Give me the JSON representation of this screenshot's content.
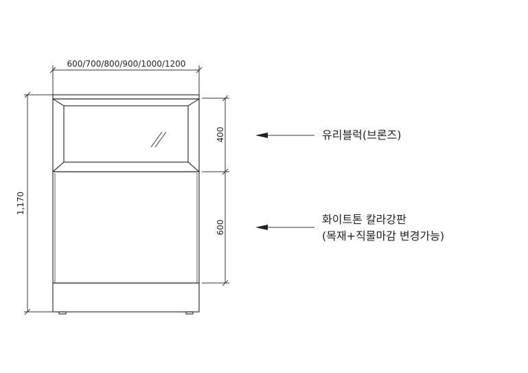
{
  "dimensions": {
    "width_label": "600/700/800/900/1000/1200",
    "total_height_label": "1,170",
    "upper_height_label": "400",
    "lower_height_label": "600"
  },
  "callouts": {
    "glass": {
      "line1": "유리블럭(브론즈)"
    },
    "body": {
      "line1": "화이트톤 칼라강판",
      "line2": "(목재+직물마감 변경가능)"
    }
  },
  "colors": {
    "line": "#333333",
    "text": "#222222"
  }
}
